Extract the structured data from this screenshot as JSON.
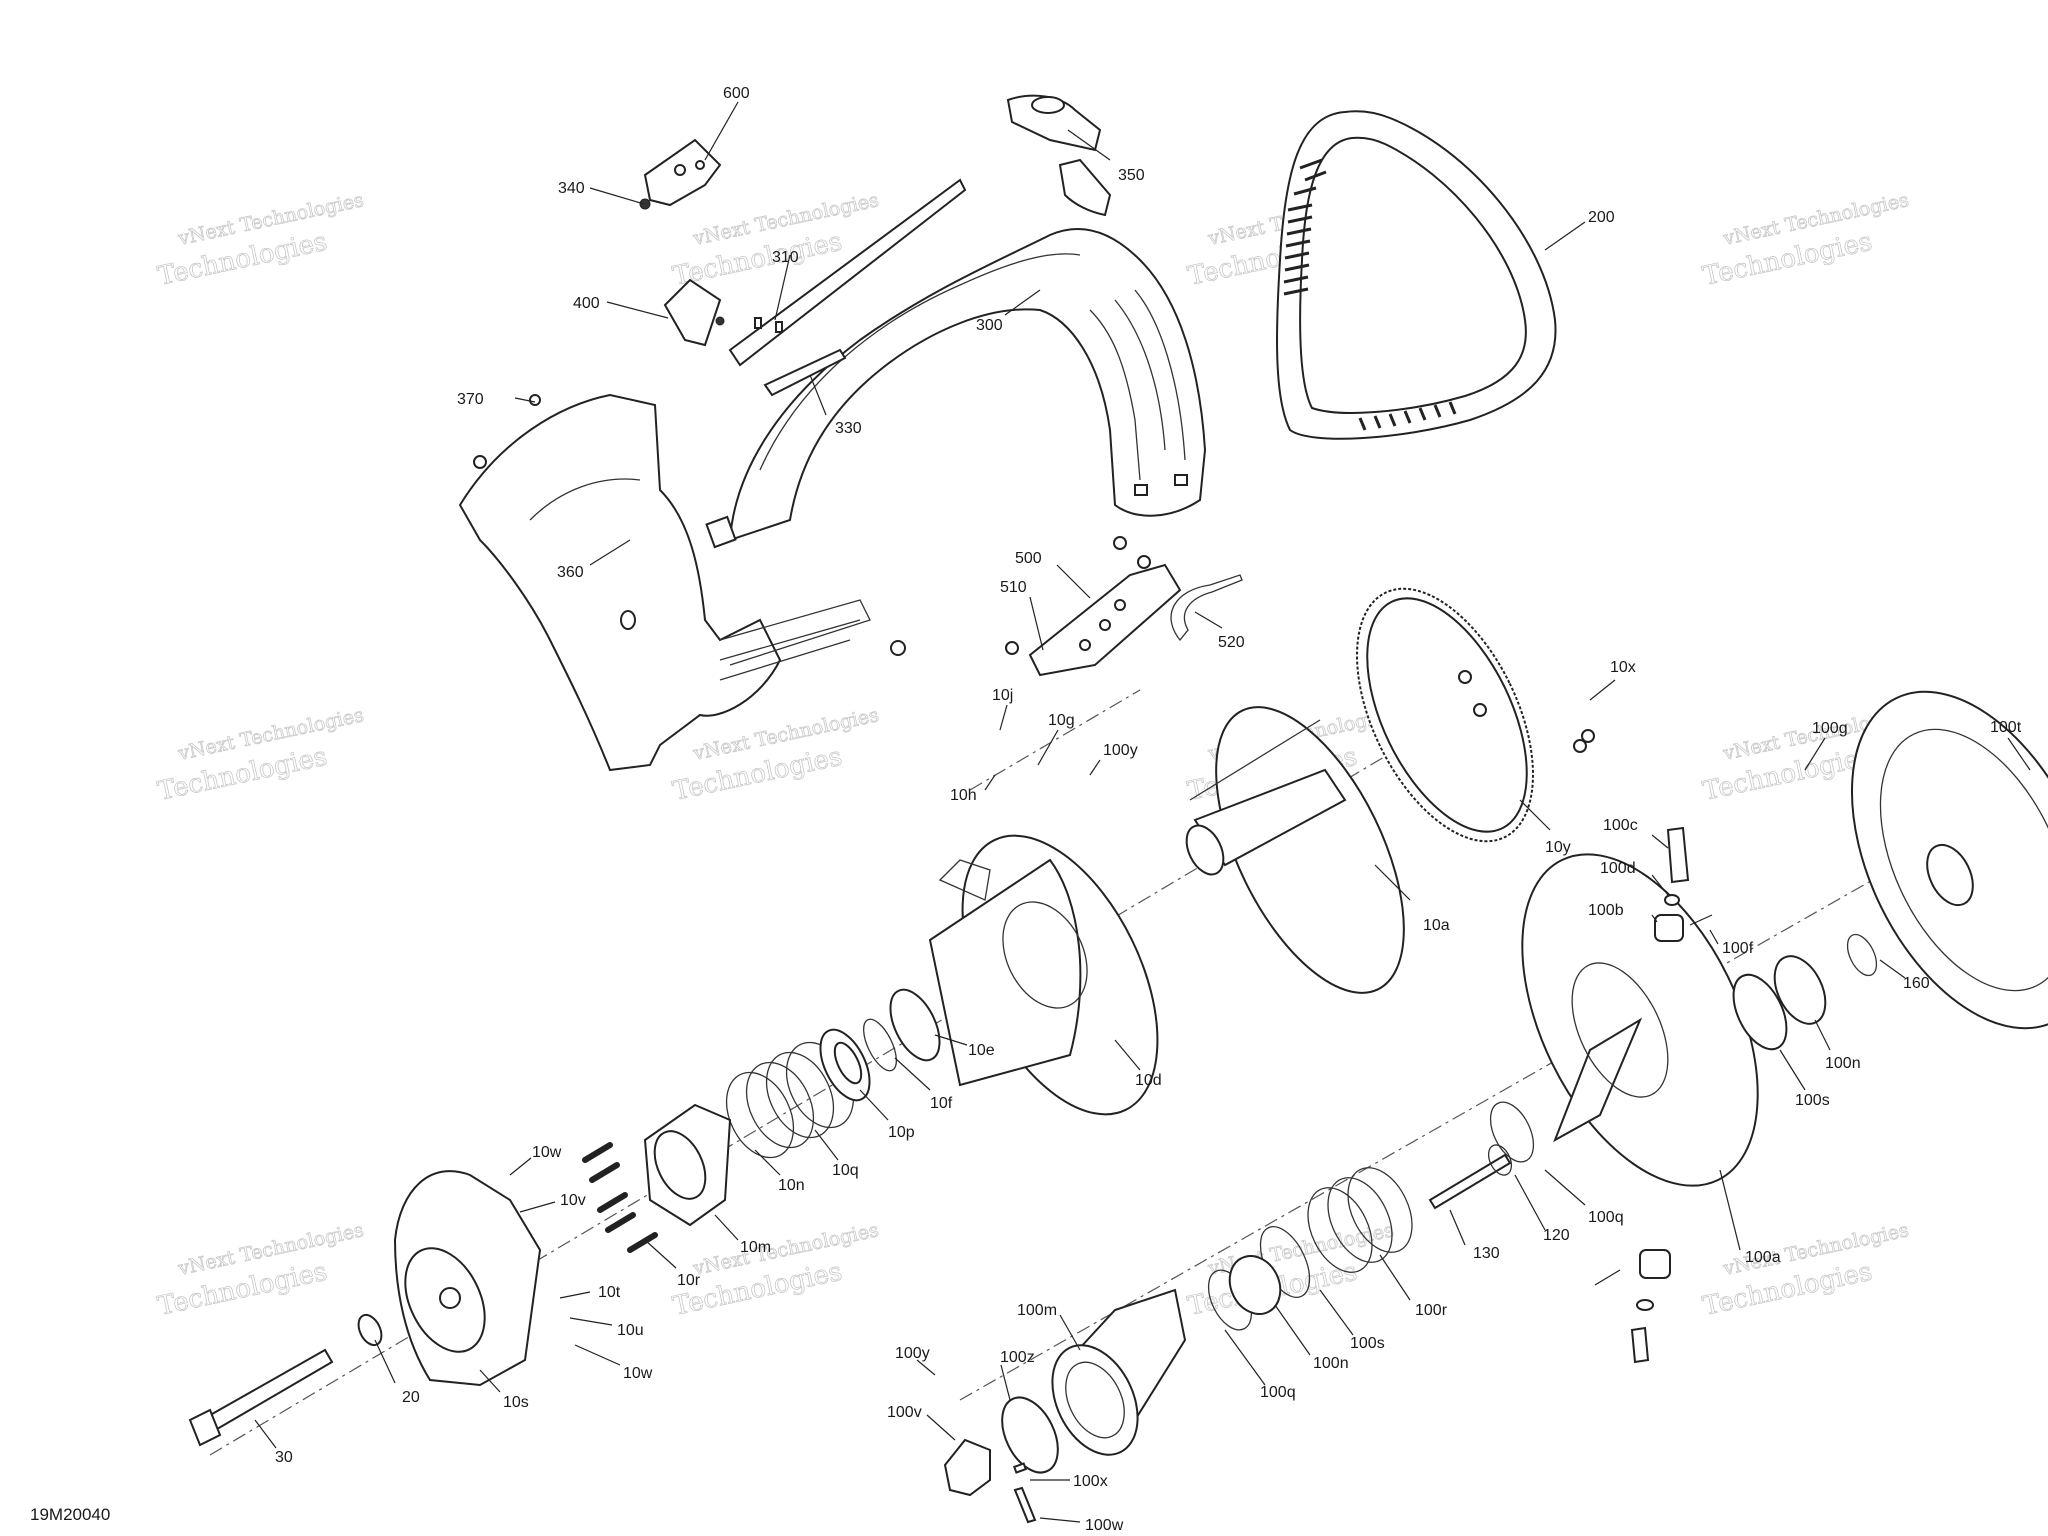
{
  "drawing_code": "19M20040",
  "watermark": {
    "line1": "vNext Technologies",
    "line2": "Technologies"
  },
  "callouts": [
    {
      "id": "600",
      "text": "600"
    },
    {
      "id": "340",
      "text": "340"
    },
    {
      "id": "350",
      "text": "350"
    },
    {
      "id": "200",
      "text": "200"
    },
    {
      "id": "310",
      "text": "310"
    },
    {
      "id": "400",
      "text": "400"
    },
    {
      "id": "300",
      "text": "300"
    },
    {
      "id": "330",
      "text": "330"
    },
    {
      "id": "370",
      "text": "370"
    },
    {
      "id": "360",
      "text": "360"
    },
    {
      "id": "500",
      "text": "500"
    },
    {
      "id": "510",
      "text": "510"
    },
    {
      "id": "520",
      "text": "520"
    },
    {
      "id": "10x",
      "text": "10x"
    },
    {
      "id": "10j",
      "text": "10j"
    },
    {
      "id": "10g",
      "text": "10g"
    },
    {
      "id": "100y_top",
      "text": "100y"
    },
    {
      "id": "10h",
      "text": "10h"
    },
    {
      "id": "100g",
      "text": "100g"
    },
    {
      "id": "100t",
      "text": "100t"
    },
    {
      "id": "10y",
      "text": "10y"
    },
    {
      "id": "100c",
      "text": "100c"
    },
    {
      "id": "100d",
      "text": "100d"
    },
    {
      "id": "100b",
      "text": "100b"
    },
    {
      "id": "100f",
      "text": "100f"
    },
    {
      "id": "10a",
      "text": "10a"
    },
    {
      "id": "160",
      "text": "160"
    },
    {
      "id": "100n_r",
      "text": "100n"
    },
    {
      "id": "100s_r",
      "text": "100s"
    },
    {
      "id": "10d",
      "text": "10d"
    },
    {
      "id": "10e",
      "text": "10e"
    },
    {
      "id": "10f",
      "text": "10f"
    },
    {
      "id": "10p",
      "text": "10p"
    },
    {
      "id": "10q",
      "text": "10q"
    },
    {
      "id": "10n",
      "text": "10n"
    },
    {
      "id": "10w_top",
      "text": "10w"
    },
    {
      "id": "10v",
      "text": "10v"
    },
    {
      "id": "10m",
      "text": "10m"
    },
    {
      "id": "10r",
      "text": "10r"
    },
    {
      "id": "10t",
      "text": "10t"
    },
    {
      "id": "10u",
      "text": "10u"
    },
    {
      "id": "10w_bot",
      "text": "10w"
    },
    {
      "id": "20",
      "text": "20"
    },
    {
      "id": "10s",
      "text": "10s"
    },
    {
      "id": "30",
      "text": "30"
    },
    {
      "id": "130",
      "text": "130"
    },
    {
      "id": "120",
      "text": "120"
    },
    {
      "id": "100q_r",
      "text": "100q"
    },
    {
      "id": "100a",
      "text": "100a"
    },
    {
      "id": "100r",
      "text": "100r"
    },
    {
      "id": "100s_m",
      "text": "100s"
    },
    {
      "id": "100n_m",
      "text": "100n"
    },
    {
      "id": "100q_m",
      "text": "100q"
    },
    {
      "id": "100m",
      "text": "100m"
    },
    {
      "id": "100y_bot",
      "text": "100y"
    },
    {
      "id": "100z",
      "text": "100z"
    },
    {
      "id": "100v",
      "text": "100v"
    },
    {
      "id": "100x",
      "text": "100x"
    },
    {
      "id": "100w",
      "text": "100w"
    }
  ]
}
